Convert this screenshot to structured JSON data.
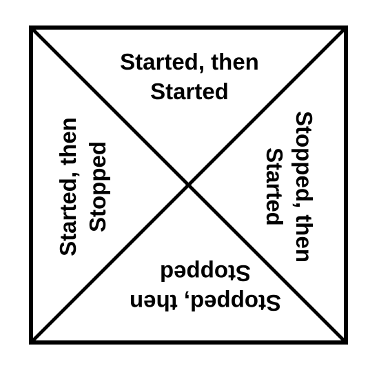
{
  "diagram": {
    "colors": {
      "stroke": "#000000",
      "background": "#ffffff"
    },
    "quadrants": {
      "top": {
        "line1": "Started, then",
        "line2": "Started"
      },
      "right": {
        "line1": "Stopped, then",
        "line2": "Started"
      },
      "bottom": {
        "line1": "Stopped, then",
        "line2": "Stopped"
      },
      "left": {
        "line1": "Started, then",
        "line2": "Stopped"
      }
    }
  }
}
